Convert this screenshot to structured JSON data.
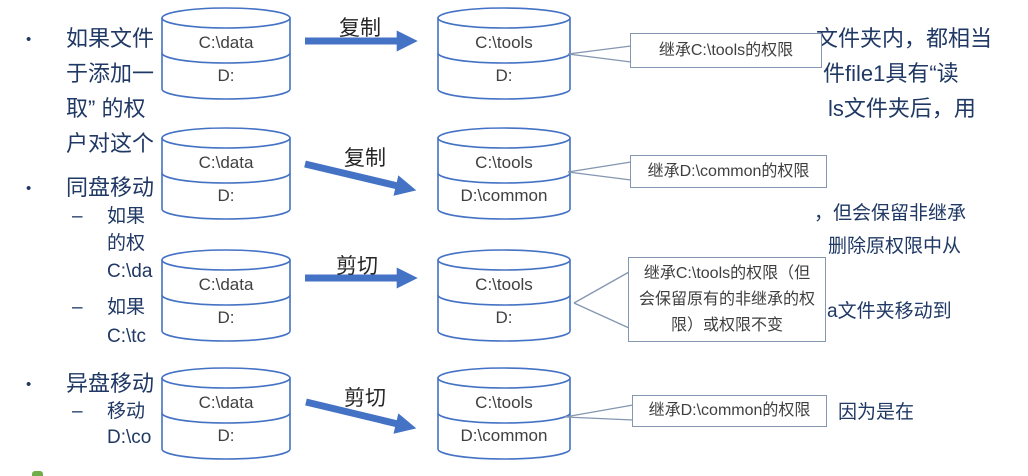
{
  "text_fragments": {
    "bullet_marker": "•",
    "dash_marker": "–",
    "b1_l1": "如果文件",
    "b1_l2": "于添加一",
    "b1_l3": "取” 的权",
    "b1_l4": "户对这个",
    "b1_r1": "文件夹内，都相当",
    "b1_r2": "件file1具有“读",
    "b1_r3": "ls文件夹后，用",
    "b2": "同盘移动",
    "b2_s1_l1": "如果",
    "b2_s1_r1": "，但会保留非继承",
    "b2_s1_l2": "的权",
    "b2_s1_r2": "删除原权限中从",
    "b2_s1_l3": "C:\\da",
    "b2_s2_l1": "如果",
    "b2_s2_r1": "a文件夹移动到",
    "b2_s2_l2": "C:\\tc",
    "b3": "异盘移动",
    "b3_s1_l1": "移动",
    "b3_s1_r1": "因为是在",
    "b3_s1_l2": "D:\\co"
  },
  "diagram": {
    "rows": [
      {
        "arrow": "复制",
        "left_top": "C:\\data",
        "left_bottom": "D:",
        "right_top": "C:\\tools",
        "right_bottom": "D:",
        "callout": "继承C:\\tools的权限"
      },
      {
        "arrow": "复制",
        "left_top": "C:\\data",
        "left_bottom": "D:",
        "right_top": "C:\\tools",
        "right_bottom": "D:\\common",
        "callout": "继承D:\\common的权限"
      },
      {
        "arrow": "剪切",
        "left_top": "C:\\data",
        "left_bottom": "D:",
        "right_top": "C:\\tools",
        "right_bottom": "D:",
        "callout": "继承C:\\tools的权限（但会保留原有的非继承的权限）或权限不变"
      },
      {
        "arrow": "剪切",
        "left_top": "C:\\data",
        "left_bottom": "D:",
        "right_top": "C:\\tools",
        "right_bottom": "D:\\common",
        "callout": "继承D:\\common的权限"
      }
    ]
  },
  "colors": {
    "diagram_blue": "#4472C4",
    "body_text": "#1F3864",
    "disk_label_text": "#404040",
    "callout_border": "#8496B0",
    "green_mark": "#70AD47"
  }
}
